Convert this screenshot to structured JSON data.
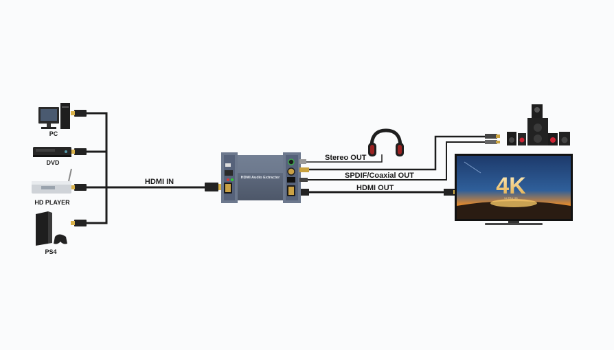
{
  "sources": {
    "pc": "PC",
    "dvd": "DVD",
    "hd_player": "HD PLAYER",
    "ps4": "PS4"
  },
  "connections": {
    "hdmi_in": "HDMI IN",
    "stereo_out": "Stereo OUT",
    "spdif_coaxial_out": "SPDIF/Coaxial OUT",
    "hdmi_out": "HDMI OUT"
  },
  "device": {
    "title": "HDMI Audio Extractor"
  },
  "tv": {
    "badge": "4K",
    "sub": "ULTRA HD"
  },
  "colors": {
    "device_body": "#5a6578",
    "cable": "#1c1c1c",
    "connector_gold": "#d9b24a",
    "tv_sky": "#1f3f73",
    "tv_sunset": "#e58a2a"
  }
}
